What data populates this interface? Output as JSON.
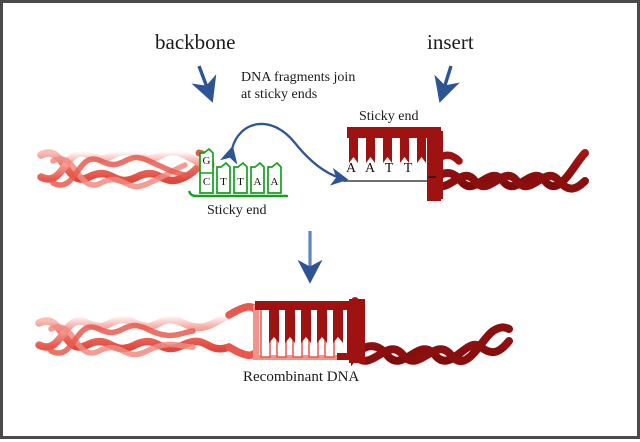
{
  "figure": {
    "title_labels": {
      "backbone": "backbone",
      "insert": "insert",
      "join_line1": "DNA fragments join",
      "join_line2": "at sticky ends",
      "sticky_end_insert": "Sticky end",
      "sticky_end_backbone": "Sticky end",
      "recombinant": "Recombinant DNA"
    },
    "colors": {
      "backbone_helix": "#e8544a",
      "backbone_helix_light": "#f6a9a2",
      "insert_helix": "#9e1212",
      "insert_helix_dark": "#8b0f0f",
      "sticky_box_outline": "#14a01e",
      "arrow_blue": "#2f5496",
      "curve_blue": "#2f5496",
      "text": "#1a1a1a",
      "border": "#4a4a4a",
      "background": "#ffffff"
    },
    "backbone_sticky_end": {
      "top_bases": [
        "G"
      ],
      "bottom_bases": [
        "C",
        "T",
        "T",
        "A",
        "A"
      ]
    },
    "insert_sticky_end": {
      "overhang_bases": [
        "A",
        "A",
        "T",
        "T"
      ]
    },
    "arrows": {
      "backbone_pointer": "arrow-down-right",
      "insert_pointer": "arrow-down-left",
      "reaction_arrow": "arrow-down",
      "join_curve": "s-curve-double-arrow"
    }
  }
}
